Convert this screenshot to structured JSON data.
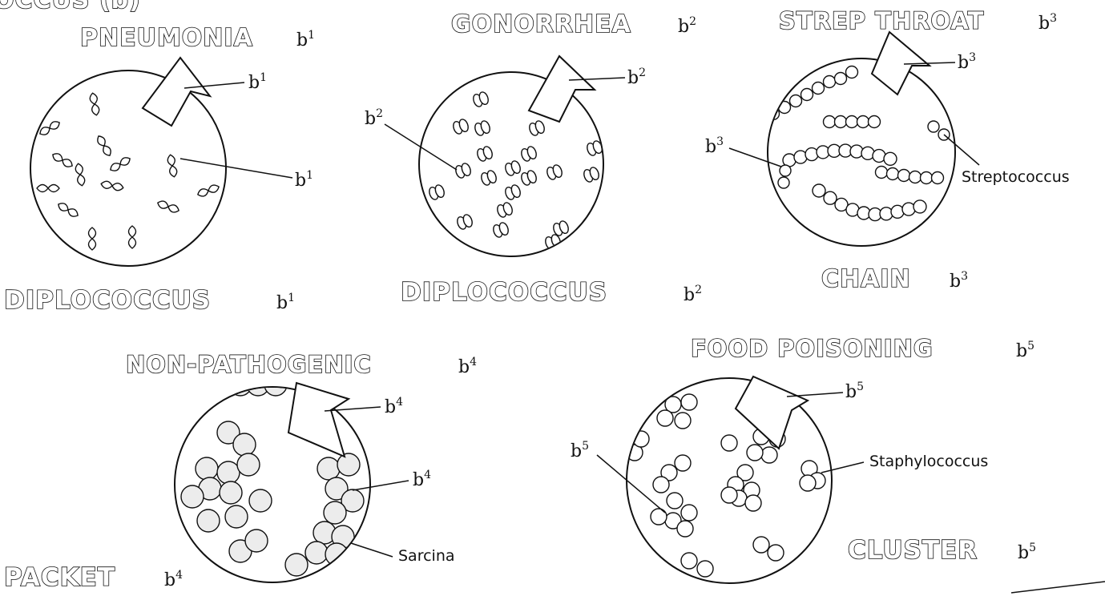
{
  "header_fragment": "OCCUS (b)",
  "panels": {
    "pneumonia": {
      "disease": "PNEUMONIA",
      "disease_tag": "b",
      "arrow_label": "b",
      "pointer_label": "b",
      "shape": "DIPLOCOCCUS",
      "shape_tag": "b",
      "tag_sup": "1"
    },
    "gonorrhea": {
      "disease": "GONORRHEA",
      "disease_tag": "b",
      "arrow_label": "b",
      "pointer_label": "b",
      "shape": "DIPLOCOCCUS",
      "shape_tag": "b",
      "tag_sup": "2"
    },
    "strep": {
      "disease": "STREP THROAT",
      "disease_tag": "b",
      "arrow_label": "b",
      "pointer_label": "b",
      "organism": "Streptococcus",
      "shape": "CHAIN",
      "shape_tag": "b",
      "tag_sup": "3"
    },
    "sarcina": {
      "disease": "NON-PATHOGENIC",
      "disease_tag": "b",
      "arrow_label": "b",
      "pointer_label": "b",
      "organism": "Sarcina",
      "shape": "PACKET",
      "shape_tag": "b",
      "tag_sup": "4"
    },
    "staph": {
      "disease": "FOOD POISONING",
      "disease_tag": "b",
      "arrow_label": "b",
      "pointer_label": "b",
      "organism": "Staphylococcus",
      "shape": "CLUSTER",
      "shape_tag": "b",
      "tag_sup": "5"
    }
  }
}
